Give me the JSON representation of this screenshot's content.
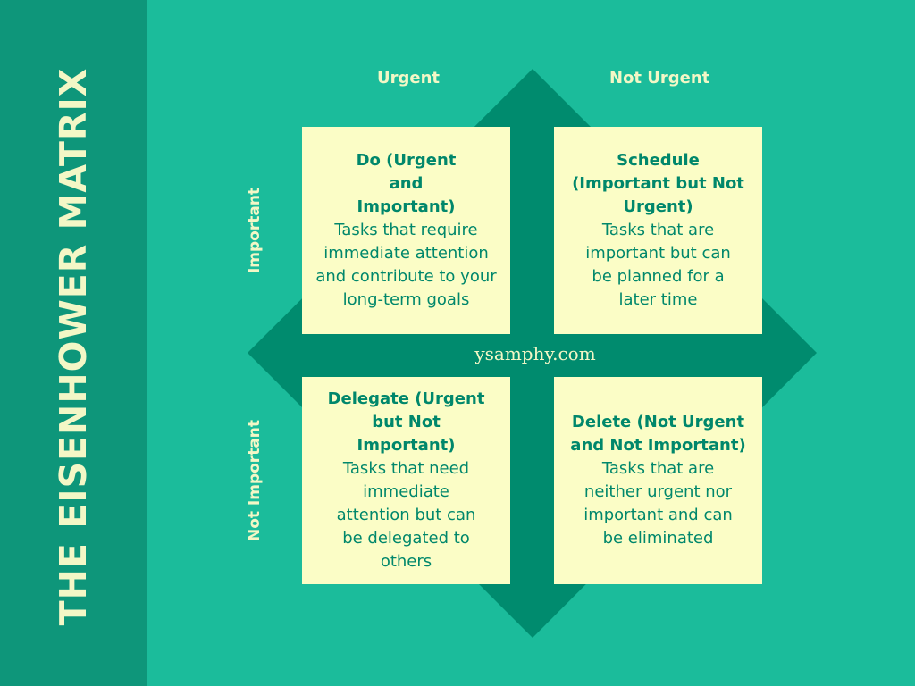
{
  "title": "THE EISENHOWER MATRIX",
  "axes": {
    "urgent": "Urgent",
    "not_urgent": "Not Urgent",
    "important": "Important",
    "not_important": "Not Important"
  },
  "quadrants": [
    {
      "heading": "Do\n(Urgent and Important)",
      "text": "Tasks that require immediate attention and contribute to your long-term goals"
    },
    {
      "heading": "Schedule (Important but Not Urgent)",
      "text": "Tasks that are important but can be planned for a later time"
    },
    {
      "heading": "Delegate (Urgent but Not Important)",
      "text": "Tasks that need immediate attention but can be delegated to others"
    },
    {
      "heading": "Delete (Not Urgent and Not Important)",
      "text": "Tasks that are neither urgent nor important and can be eliminated"
    }
  ],
  "watermark": "ysamphy.com",
  "colors": {
    "background": "#1bbc9b",
    "sidebar": "#0e967a",
    "diamond": "#008b6e",
    "card": "#fbfdc6",
    "card_text": "#00876b",
    "label": "#f3f7c6"
  }
}
